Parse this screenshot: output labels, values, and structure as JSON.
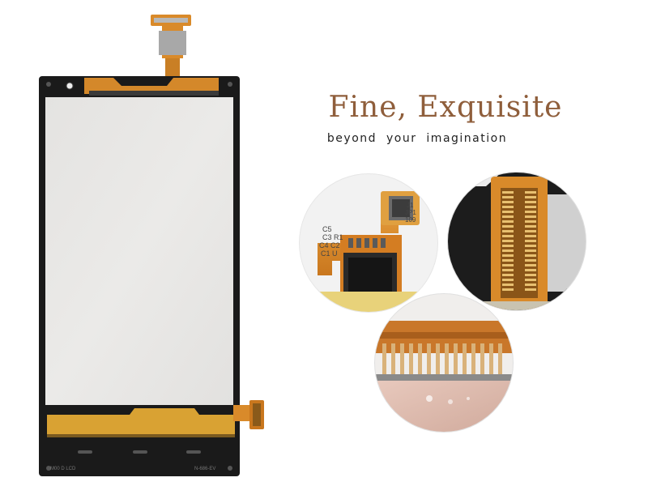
{
  "headline": "Fine, Exquisite",
  "tagline": "beyond your imagination",
  "colors": {
    "headline": "#8f5e3b",
    "tagline": "#222222",
    "panel_frame": "#1a1a1a",
    "panel_screen": "#e9e8e6",
    "flex_cable": "#d98a2a",
    "copper": "#c9892f"
  },
  "fpc_labels": {
    "c5": "C5",
    "c3r1": "C3 R1",
    "c4c2": "C4 C2",
    "c1u": "C1 U",
    "j1": "J1",
    "jp1": "JP1",
    "j09": "109"
  },
  "panel_markings": {
    "bottom_left": "M00 D LCD",
    "bottom_right": "N-686-EV"
  }
}
